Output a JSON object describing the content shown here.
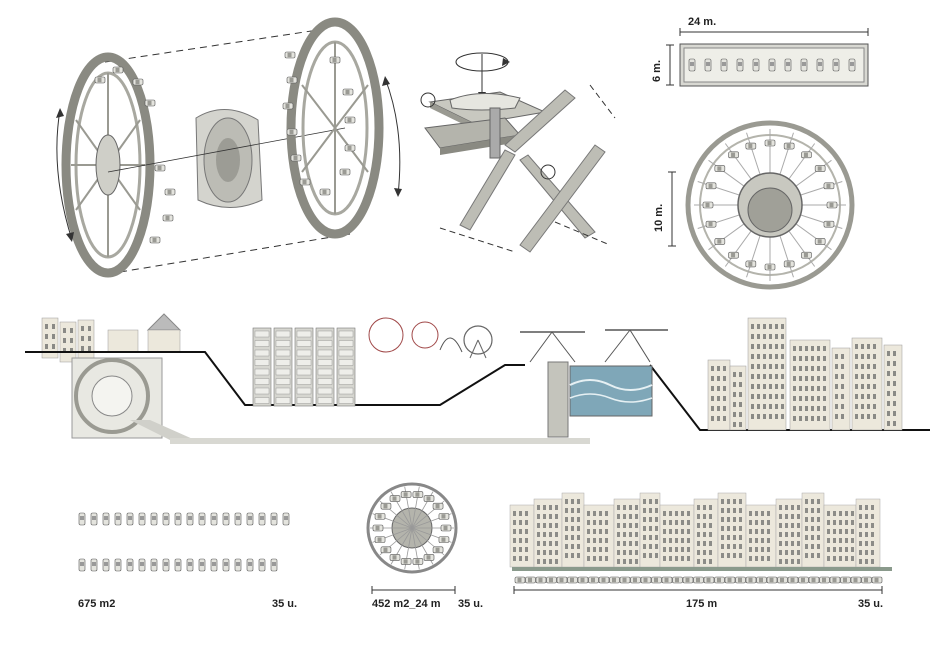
{
  "labels": {
    "top_width": "24 m.",
    "top_depth": "6 m.",
    "wheel_diameter": "10 m.",
    "row_area": "675 m2",
    "row_units": "35 u.",
    "wheel_area": "452 m2_24 m",
    "wheel_units": "35 u.",
    "street_length": "175 m",
    "street_units": "35 u."
  },
  "colors": {
    "line": "#222222",
    "structure": "#9a9a92",
    "car": "#dcdcd6",
    "building": "#ece8dc",
    "water": "#7fa7b8"
  }
}
